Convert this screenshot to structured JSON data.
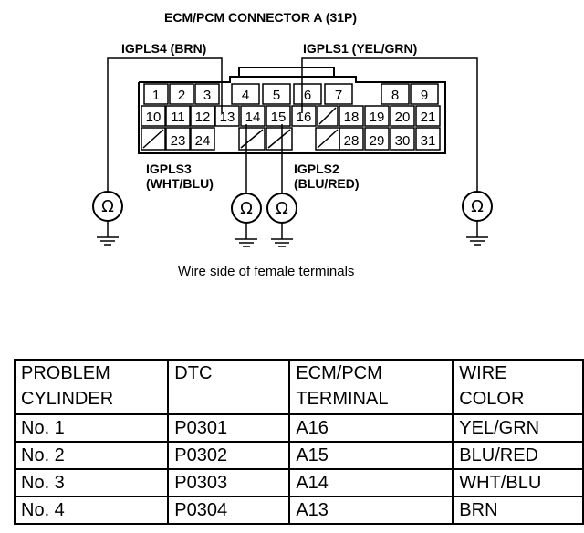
{
  "diagram": {
    "title": "ECM/PCM CONNECTOR A (31P)",
    "labels": {
      "igpls4": "IGPLS4 (BRN)",
      "igpls1": "IGPLS1 (YEL/GRN)",
      "igpls3_line1": "IGPLS3",
      "igpls3_line2": "(WHT/BLU)",
      "igpls2_line1": "IGPLS2",
      "igpls2_line2": "(BLU/RED)"
    },
    "ohm_symbol": "Ω",
    "caption": "Wire side of female terminals",
    "pins_row1": [
      "1",
      "2",
      "3",
      "4",
      "5",
      "6",
      "7",
      "8",
      "9"
    ],
    "pins_row2": [
      "10",
      "11",
      "12",
      "13",
      "14",
      "15",
      "16",
      "18",
      "19",
      "20",
      "21"
    ],
    "pins_row3": [
      "23",
      "24",
      "28",
      "29",
      "30",
      "31"
    ]
  },
  "table": {
    "headers": [
      [
        "PROBLEM",
        "CYLINDER"
      ],
      [
        "DTC",
        ""
      ],
      [
        "ECM/PCM",
        "TERMINAL"
      ],
      [
        "WIRE",
        "COLOR"
      ]
    ],
    "rows": [
      [
        "No. 1",
        "P0301",
        "A16",
        "YEL/GRN"
      ],
      [
        "No. 2",
        "P0302",
        "A15",
        "BLU/RED"
      ],
      [
        "No. 3",
        "P0303",
        "A14",
        "WHT/BLU"
      ],
      [
        "No. 4",
        "P0304",
        "A13",
        "BRN"
      ]
    ]
  }
}
